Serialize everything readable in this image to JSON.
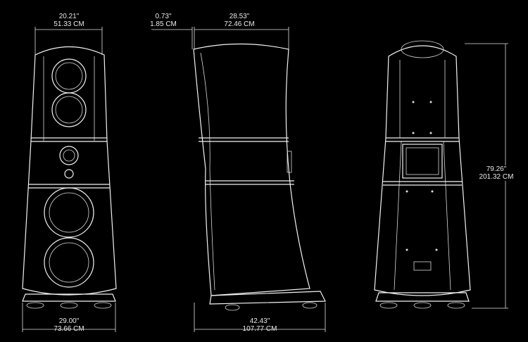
{
  "dimensions": {
    "front_width_top": {
      "inches": "20.21\"",
      "cm": "51.33 CM"
    },
    "side_offset": {
      "inches": "0.73\"",
      "cm": "1.85 CM"
    },
    "side_depth_top": {
      "inches": "28.53\"",
      "cm": "72.46 CM"
    },
    "height": {
      "inches": "79.26\"",
      "cm": "201.32 CM"
    },
    "front_width_base": {
      "inches": "29.00\"",
      "cm": "73.66 CM"
    },
    "side_depth_base": {
      "inches": "42.43\"",
      "cm": "107.77 CM"
    }
  },
  "colors": {
    "background": "#000000",
    "lines": "#f2f2f2"
  }
}
